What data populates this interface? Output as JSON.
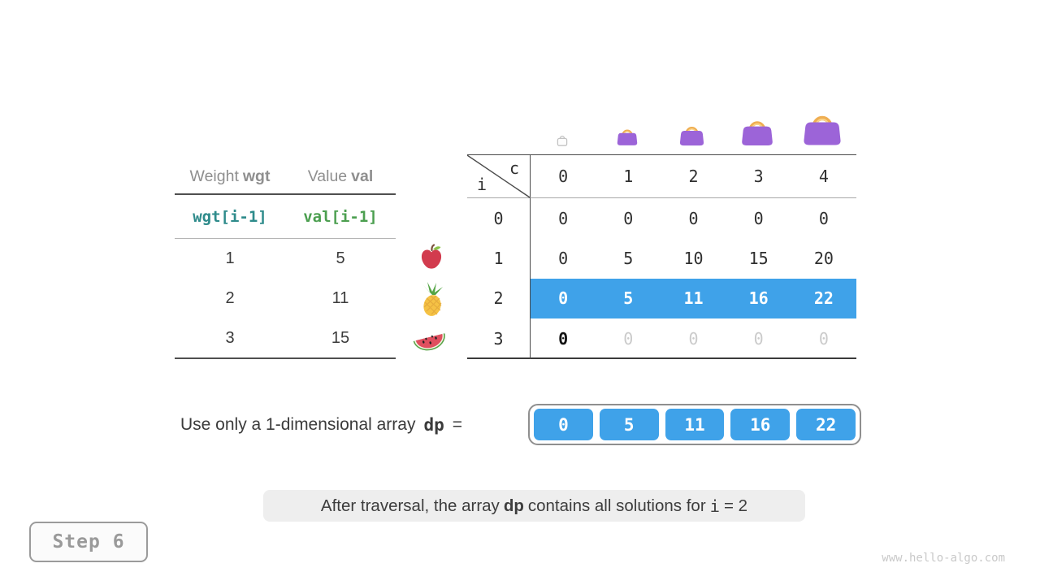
{
  "colors": {
    "highlight_blue": "#3FA2E9",
    "bag_purple": "#9C64D8",
    "bag_handle_orange": "#EFAE52",
    "wgt_teal": "#2E8B8B",
    "val_green": "#4C9F50",
    "caption_bg": "#eeeeee",
    "pending_gray": "#cbcbcb"
  },
  "items_table": {
    "headers": [
      {
        "label": "Weight",
        "code": "wgt"
      },
      {
        "label": "Value",
        "code": "val"
      }
    ],
    "index_row": {
      "weight": "wgt[i-1]",
      "value": "val[i-1]"
    },
    "rows": [
      {
        "weight": "1",
        "value": "5",
        "icon": "apple-icon"
      },
      {
        "weight": "2",
        "value": "11",
        "icon": "pineapple-icon"
      },
      {
        "weight": "3",
        "value": "15",
        "icon": "watermelon-icon"
      }
    ]
  },
  "dp_table": {
    "corner": {
      "col_var": "c",
      "row_var": "i"
    },
    "capacity_icons": [
      "empty-bag-icon",
      "handbag-icon",
      "handbag-icon",
      "handbag-icon",
      "handbag-icon"
    ],
    "col_labels": [
      "0",
      "1",
      "2",
      "3",
      "4"
    ],
    "rows": [
      {
        "label": "0",
        "cells": [
          "0",
          "0",
          "0",
          "0",
          "0"
        ],
        "state": "filled"
      },
      {
        "label": "1",
        "cells": [
          "0",
          "5",
          "10",
          "15",
          "20"
        ],
        "state": "filled"
      },
      {
        "label": "2",
        "cells": [
          "0",
          "5",
          "11",
          "16",
          "22"
        ],
        "state": "highlighted"
      },
      {
        "label": "3",
        "cells": [
          "0",
          "0",
          "0",
          "0",
          "0"
        ],
        "state": "pending, first cell current"
      }
    ]
  },
  "dp_equation": {
    "text": "Use only a 1-dimensional array",
    "variable": "dp",
    "equals": "=",
    "values": [
      "0",
      "5",
      "11",
      "16",
      "22"
    ]
  },
  "caption": {
    "part1": "After traversal, the array",
    "variable": "dp",
    "part2": "contains all solutions for",
    "code_var": "i",
    "part3": "= 2"
  },
  "step_badge": {
    "label": "Step 6"
  },
  "watermark": "www.hello-algo.com"
}
